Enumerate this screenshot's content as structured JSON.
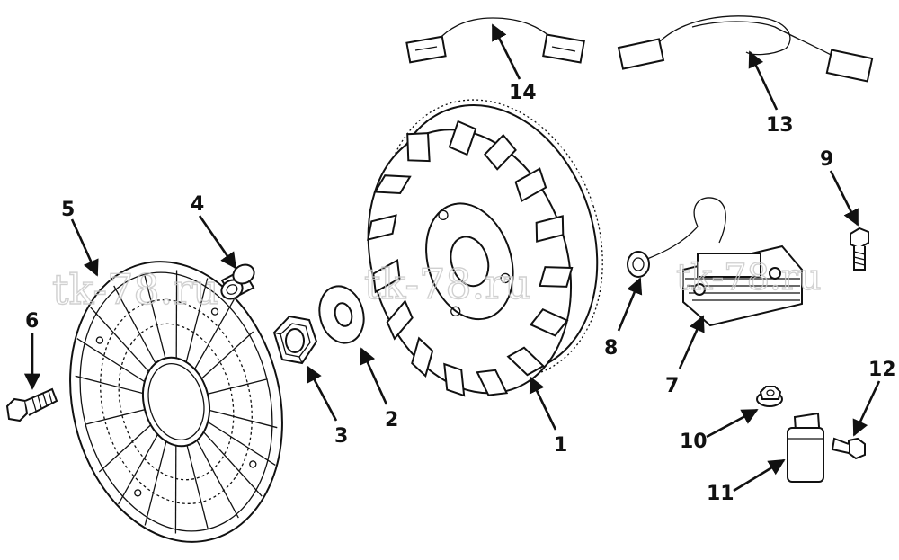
{
  "diagram": {
    "callouts": [
      {
        "id": "1",
        "label": "1"
      },
      {
        "id": "2",
        "label": "2"
      },
      {
        "id": "3",
        "label": "3"
      },
      {
        "id": "4",
        "label": "4"
      },
      {
        "id": "5",
        "label": "5"
      },
      {
        "id": "6",
        "label": "6"
      },
      {
        "id": "7",
        "label": "7"
      },
      {
        "id": "8",
        "label": "8"
      },
      {
        "id": "9",
        "label": "9"
      },
      {
        "id": "10",
        "label": "10"
      },
      {
        "id": "11",
        "label": "11"
      },
      {
        "id": "12",
        "label": "12"
      },
      {
        "id": "13",
        "label": "13"
      },
      {
        "id": "14",
        "label": "14"
      }
    ],
    "watermarks": [
      "tk-78.ru",
      "tk-78.ru",
      "tk-78.ru"
    ]
  }
}
